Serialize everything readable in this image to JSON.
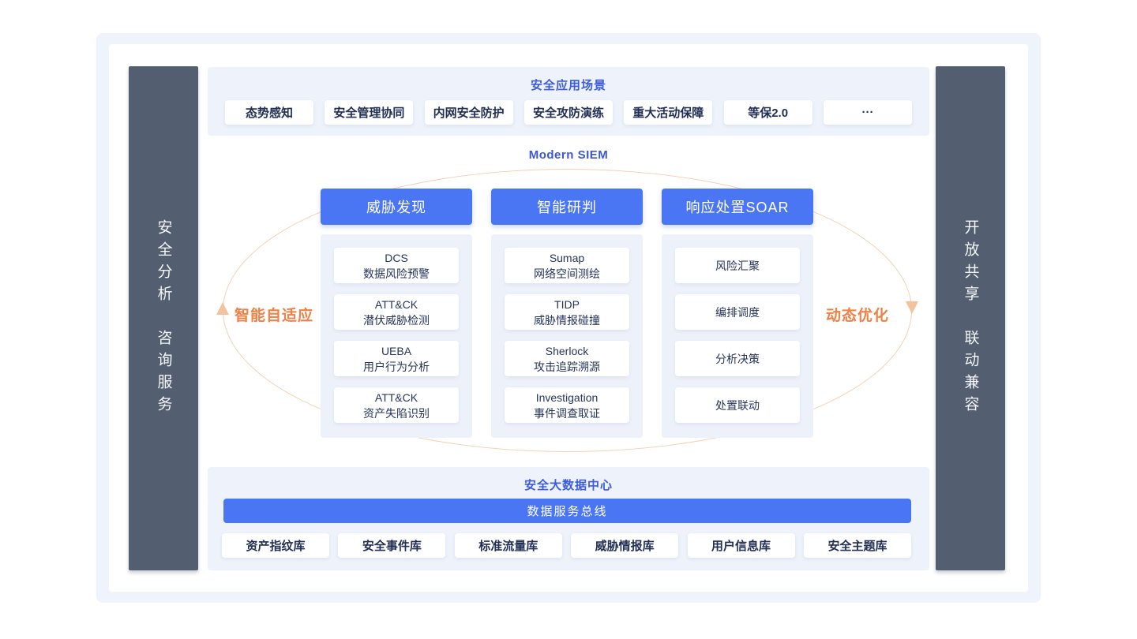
{
  "colors": {
    "accent_blue": "#4b76f3",
    "title_blue": "#3d5ce0",
    "dark_slate": "#535f70",
    "panel_tint": "#edf2fb",
    "page_tint": "#eef3fc",
    "text_navy": "#26345c",
    "orange_text": "#ef8046",
    "orange_loop": "#f6cfae"
  },
  "left_sidebar": {
    "top": "安全分析",
    "bottom": "咨询服务"
  },
  "right_sidebar": {
    "top": "开放共享",
    "bottom": "联动兼容"
  },
  "scenarios": {
    "title": "安全应用场景",
    "items": [
      "态势感知",
      "安全管理协同",
      "内网安全防护",
      "安全攻防演练",
      "重大活动保障",
      "等保2.0",
      "···"
    ]
  },
  "siem": {
    "title": "Modern SIEM",
    "left_label": "智能自适应",
    "right_label": "动态优化",
    "columns": [
      {
        "header": "威胁发现",
        "cards": [
          {
            "line1": "DCS",
            "line2": "数据风险预警"
          },
          {
            "line1": "ATT&CK",
            "line2": "潜伏威胁检测"
          },
          {
            "line1": "UEBA",
            "line2": "用户行为分析"
          },
          {
            "line1": "ATT&CK",
            "line2": "资产失陷识别"
          }
        ]
      },
      {
        "header": "智能研判",
        "cards": [
          {
            "line1": "Sumap",
            "line2": "网络空间测绘"
          },
          {
            "line1": "TIDP",
            "line2": "威胁情报碰撞"
          },
          {
            "line1": "Sherlock",
            "line2": "攻击追踪溯源"
          },
          {
            "line1": "Investigation",
            "line2": "事件调查取证"
          }
        ]
      },
      {
        "header": "响应处置SOAR",
        "cards": [
          {
            "line1": "风险汇聚"
          },
          {
            "line1": "编排调度"
          },
          {
            "line1": "分析决策"
          },
          {
            "line1": "处置联动"
          }
        ]
      }
    ]
  },
  "data_center": {
    "title": "安全大数据中心",
    "bus": "数据服务总线",
    "databases": [
      "资产指纹库",
      "安全事件库",
      "标准流量库",
      "威胁情报库",
      "用户信息库",
      "安全主题库"
    ]
  }
}
